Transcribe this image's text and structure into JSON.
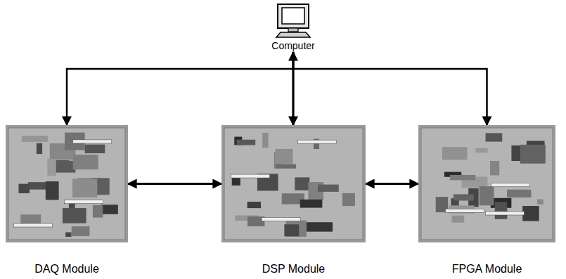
{
  "diagram": {
    "nodes": [
      {
        "text": [
          "Computer"
        ]
      },
      {
        "text": [
          "DAQ Module"
        ]
      },
      {
        "text": [
          "DSP Module"
        ]
      },
      {
        "text": [
          "FPGA Module"
        ]
      }
    ],
    "edges": [
      {
        "from": 0,
        "to": 1,
        "arrow": "to"
      },
      {
        "from": 0,
        "to": 2,
        "arrow": "both"
      },
      {
        "from": 0,
        "to": 3,
        "arrow": "to"
      },
      {
        "from": 1,
        "to": 2,
        "arrow": "both"
      },
      {
        "from": 2,
        "to": 3,
        "arrow": "both"
      }
    ]
  }
}
